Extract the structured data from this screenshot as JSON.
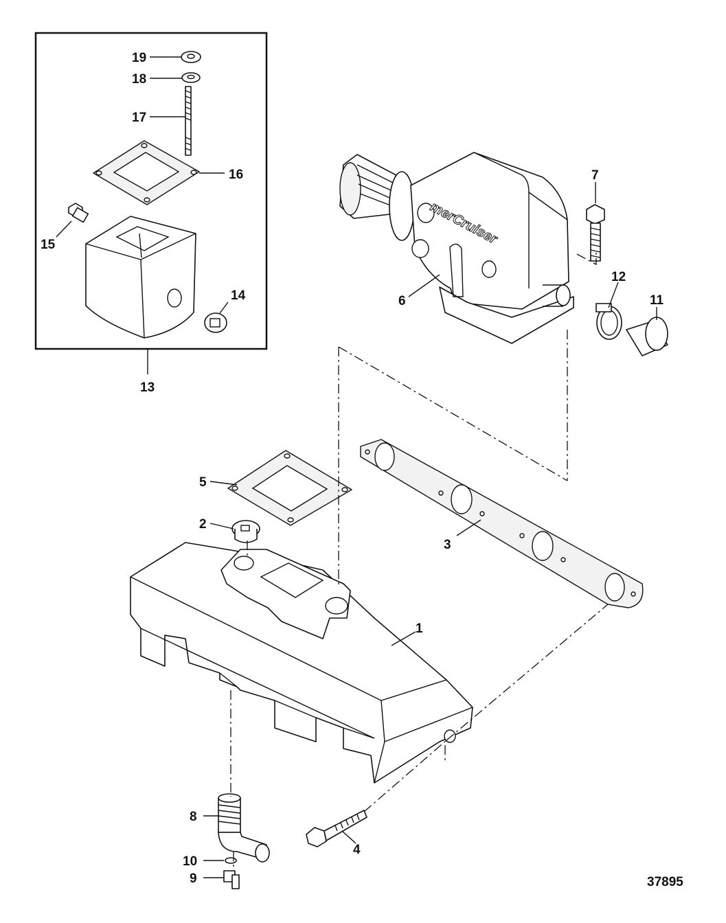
{
  "figure_id": "37895",
  "callouts": {
    "c1": "1",
    "c2": "2",
    "c3": "3",
    "c4": "4",
    "c5": "5",
    "c6": "6",
    "c7": "7",
    "c8": "8",
    "c9": "9",
    "c10": "10",
    "c11": "11",
    "c12": "12",
    "c13": "13",
    "c14": "14",
    "c15": "15",
    "c16": "16",
    "c17": "17",
    "c18": "18",
    "c19": "19"
  },
  "elbow_logo": "merCruiser"
}
